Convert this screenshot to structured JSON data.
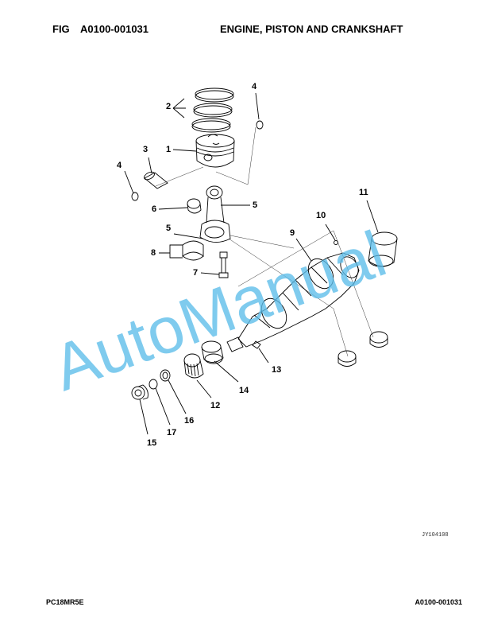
{
  "header": {
    "fig_label": "FIG",
    "fig_number": "A0100-001031",
    "title": "ENGINE, PISTON AND CRANKSHAFT"
  },
  "watermark": {
    "text": "AutoManual",
    "color": "#5bbce9"
  },
  "callouts": [
    "1",
    "2",
    "3",
    "4",
    "4",
    "5",
    "5",
    "6",
    "7",
    "8",
    "9",
    "10",
    "11",
    "12",
    "13",
    "14",
    "15",
    "16",
    "17"
  ],
  "drawing_code": "JY104108",
  "footer": {
    "model": "PC18MR5E",
    "ref": "A0100-001031"
  }
}
